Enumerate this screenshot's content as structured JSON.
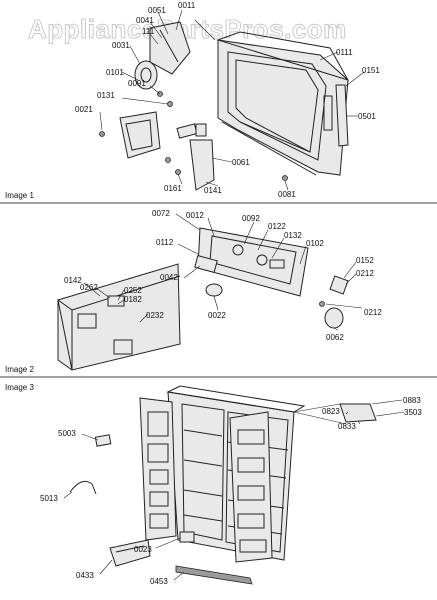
{
  "watermark": "AppliancePartsPros.com",
  "panels": [
    {
      "title": "Image 1"
    },
    {
      "title": "Image 2"
    },
    {
      "title": "Image 3"
    }
  ],
  "labels": {
    "p0051": "0051",
    "p0011": "0011",
    "p0041": "0041",
    "p111": "111",
    "p0031": "0031",
    "p0111": "0111",
    "p0151": "0151",
    "p0101": "0101",
    "p0091": "0091",
    "p0131": "0131",
    "p0021": "0021",
    "p0501": "0501",
    "p0061": "0061",
    "p0161": "0161",
    "p0141": "0141",
    "p0081": "0081",
    "p0072": "0072",
    "p0012": "0012",
    "p0092": "0092",
    "p0122": "0122",
    "p0132": "0132",
    "p0102": "0102",
    "p0112": "0112",
    "p0152": "0152",
    "p0212a": "0212",
    "p0142": "0142",
    "p0042": "0042",
    "p0262": "0262",
    "p0252": "0252",
    "p0182": "0182",
    "p0022": "0022",
    "p0212b": "0212",
    "p0232": "0232",
    "p0062": "0062",
    "p0883": "0883",
    "p0823": "0823",
    "p3503": "3503",
    "p0833": "0833",
    "p5003": "5003",
    "p5013": "5013",
    "p0023": "0023",
    "p0433": "0433",
    "p0453": "0453"
  }
}
